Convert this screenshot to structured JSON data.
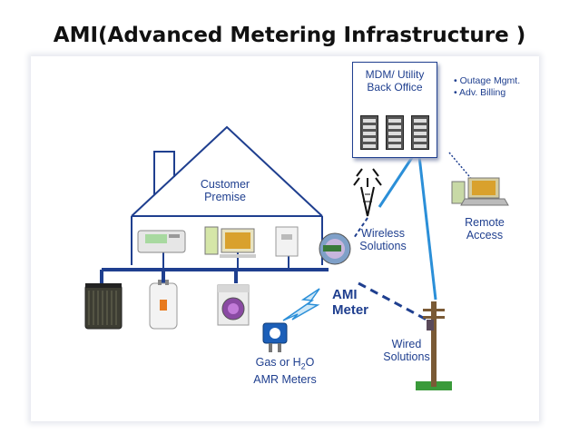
{
  "title": "AMI(Advanced Metering Infrastructure )",
  "diagram": {
    "customer_premise": "Customer\nPremise",
    "back_office": "MDM/ Utility\nBack Office",
    "back_office_functions": [
      "• Outage Mgmt.",
      "• Adv. Billing"
    ],
    "wireless": "Wireless\nSolutions",
    "remote_access": "Remote\nAccess",
    "ami_meter": "AMI\nMeter",
    "wired": "Wired\nSolutions",
    "gas_water_line1": "Gas or H",
    "gas_water_sub": "2",
    "gas_water_line1_end": "O",
    "gas_water_line2": "AMR Meters",
    "colors": {
      "line": "#1f3f8f",
      "wireless_link": "#2b8fd8",
      "label": "#1f3f8f"
    },
    "icons": [
      "house-outline",
      "thermostat-icon",
      "computer-icon",
      "switch-icon",
      "ac-unit-icon",
      "water-heater-icon",
      "washing-machine-icon",
      "smart-meter-icon",
      "radio-tower-icon",
      "lightning-icon",
      "gas-meter-icon",
      "utility-pole-icon",
      "server-icon",
      "laptop-icon"
    ]
  }
}
